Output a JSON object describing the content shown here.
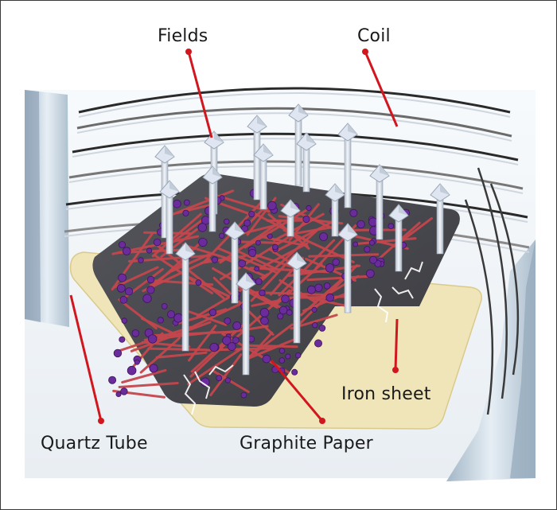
{
  "labels": {
    "fields": "Fields",
    "coil": "Coil",
    "iron_sheet": "Iron sheet",
    "quartz_tube": "Quartz Tube",
    "graphite_paper": "Graphite Paper"
  },
  "colors": {
    "leader_line": "#d2161e",
    "graphite_paper": "#444449",
    "iron_sheet": "#efe5b8",
    "fibers": "#c4464d",
    "particles": "#6a2c9a",
    "field_arrows": "#dfe6f1",
    "coil_rings": "#2a2a2a",
    "quartz_tube": "#c9d7e4"
  },
  "icons": [
    "field-arrow-icon",
    "spark-icon"
  ]
}
